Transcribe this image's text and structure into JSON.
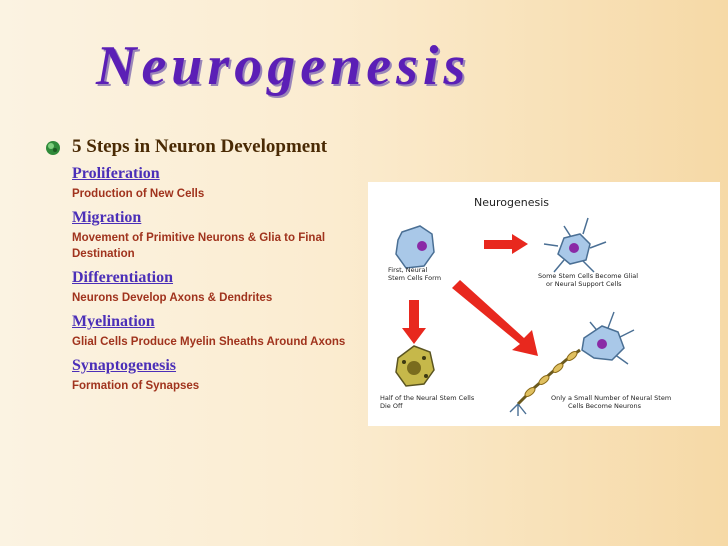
{
  "slide": {
    "title": "Neurogenesis",
    "heading": "5 Steps in Neuron Development",
    "steps": [
      {
        "title": "Proliferation",
        "description": "Production of New Cells"
      },
      {
        "title": "Migration",
        "description": "Movement of Primitive Neurons & Glia to Final Destination"
      },
      {
        "title": "Differentiation",
        "description": "Neurons Develop Axons & Dendrites"
      },
      {
        "title": "Myelination",
        "description": "Glial Cells Produce Myelin Sheaths Around Axons"
      },
      {
        "title": "Synaptogenesis",
        "description": "Formation of Synapses"
      }
    ]
  },
  "diagram": {
    "title": "Neurogenesis",
    "labels": {
      "first_a": "First, Neural",
      "first_b": "Stem Cells Form",
      "glial_a": "Some Stem Cells Become Glial",
      "glial_b": "or Neural Support Cells",
      "die_a": "Half of the Neural Stem Cells",
      "die_b": "Die Off",
      "neurons_a": "Only a Small Number of Neural Stem",
      "neurons_b": "Cells Become Neurons"
    }
  },
  "colors": {
    "title": "#5b1fb6",
    "step_title": "#4b2fb8",
    "step_desc": "#a0331d",
    "arrow": "#e8281e",
    "cell": "#a9c8e8",
    "nucleus": "#8a2aa6"
  }
}
